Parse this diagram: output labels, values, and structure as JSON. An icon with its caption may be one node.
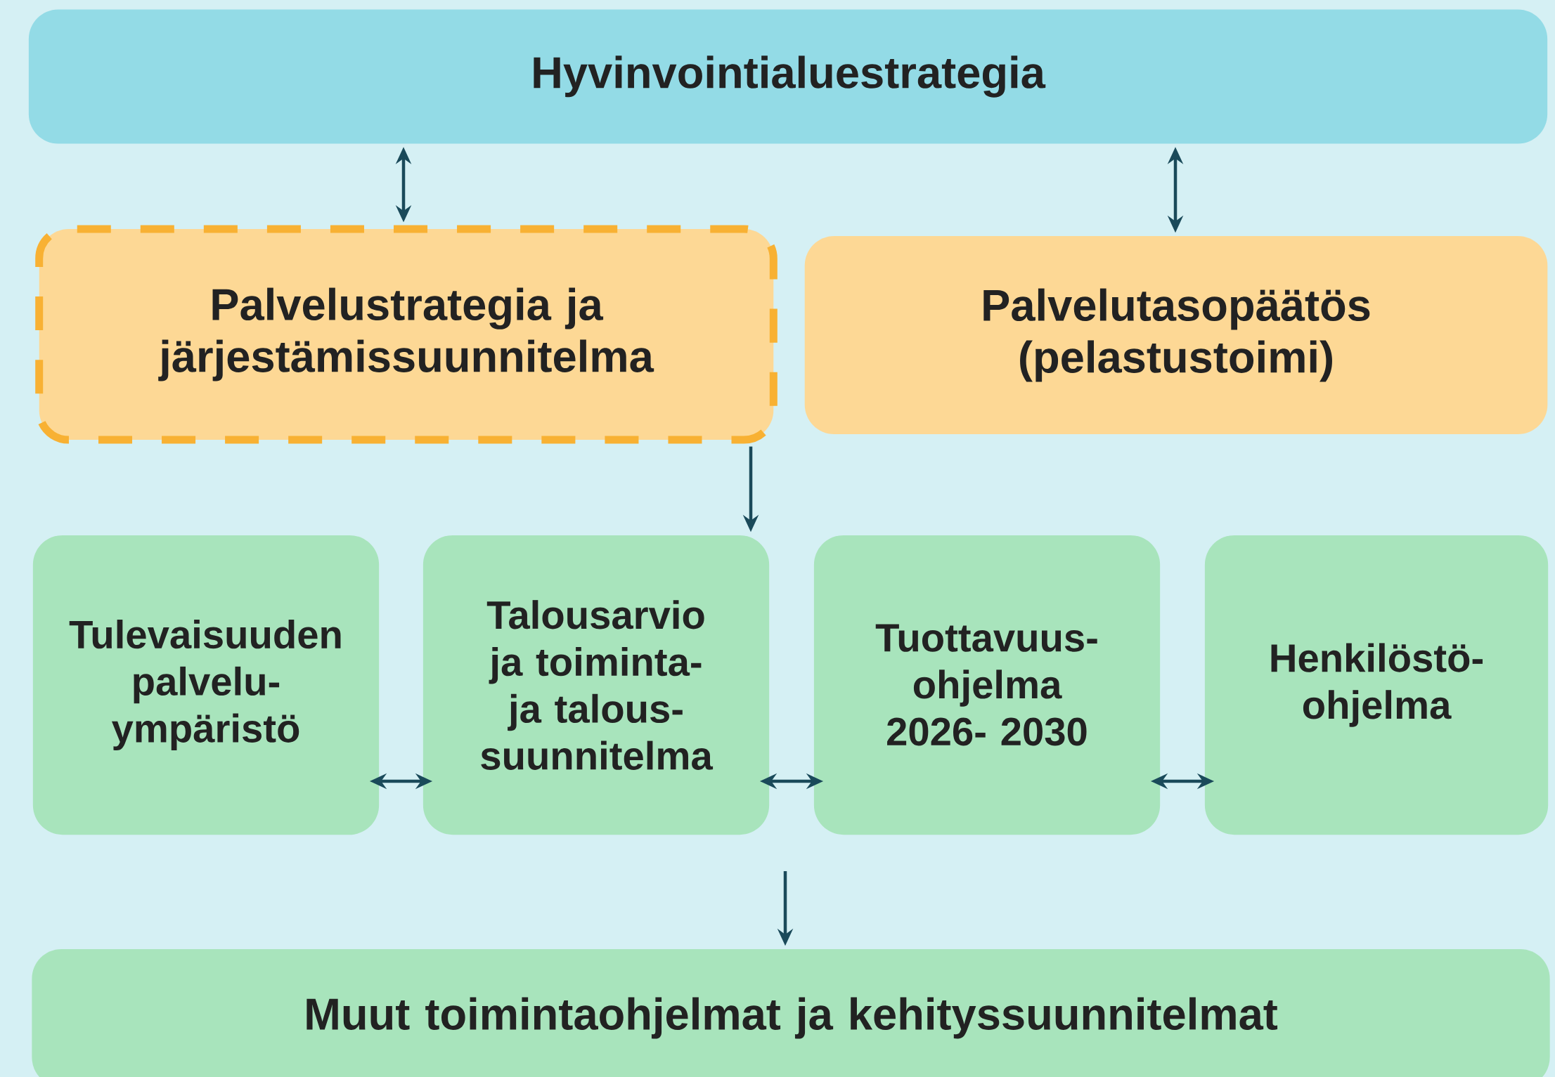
{
  "diagram": {
    "nodes": [
      {
        "text": [
          "Hyvinvointialuestrategia"
        ]
      },
      {
        "text": [
          "Palvelustrategia ja järjestämissuunnitelma"
        ]
      },
      {
        "text": [
          "Palvelutasopäätös (pelastustoimi)"
        ]
      },
      {
        "text": [
          "Tulevaisuuden palvelu- ympäristö"
        ]
      },
      {
        "text": [
          "Talousarvio ja toiminta- ja talous- suunnitelma"
        ]
      },
      {
        "text": [
          "Tuottavuus- ohjelma 2026- 2030"
        ]
      },
      {
        "text": [
          "Henkilöstö- ohjelma"
        ]
      },
      {
        "text": [
          "Muut toimintaohjelmat ja kehityssuunnitelmat"
        ]
      }
    ],
    "edges": [
      {
        "from": 0,
        "to": 1,
        "arrow": "both"
      },
      {
        "from": 0,
        "to": 2,
        "arrow": "both"
      },
      {
        "from": 1,
        "to": 4,
        "arrow": "to"
      },
      {
        "from": 3,
        "to": 4,
        "arrow": "both"
      },
      {
        "from": 4,
        "to": 5,
        "arrow": "both"
      },
      {
        "from": 5,
        "to": 6,
        "arrow": "both"
      },
      {
        "from": null,
        "to": 7,
        "arrow": "to"
      }
    ]
  }
}
